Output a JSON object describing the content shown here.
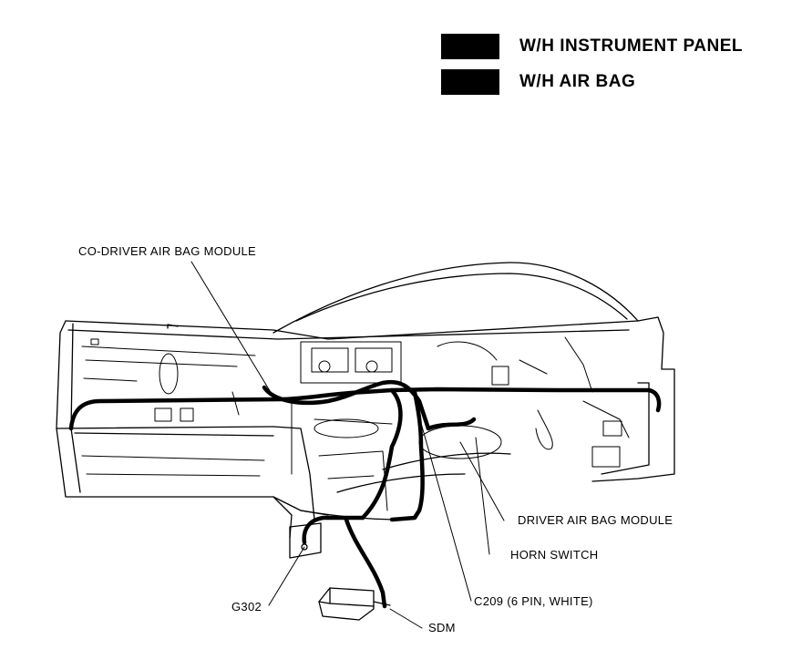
{
  "legend": {
    "instrument_panel": "W/H INSTRUMENT PANEL",
    "air_bag": "W/H AIR BAG",
    "swatch_color": "#000000"
  },
  "callouts": {
    "co_driver_module": "CO-DRIVER AIR BAG MODULE",
    "driver_module": "DRIVER AIR BAG MODULE",
    "horn_switch": "HORN SWITCH",
    "g302": "G302",
    "c209": "C209 (6 PIN, WHITE)",
    "sdm": "SDM"
  }
}
